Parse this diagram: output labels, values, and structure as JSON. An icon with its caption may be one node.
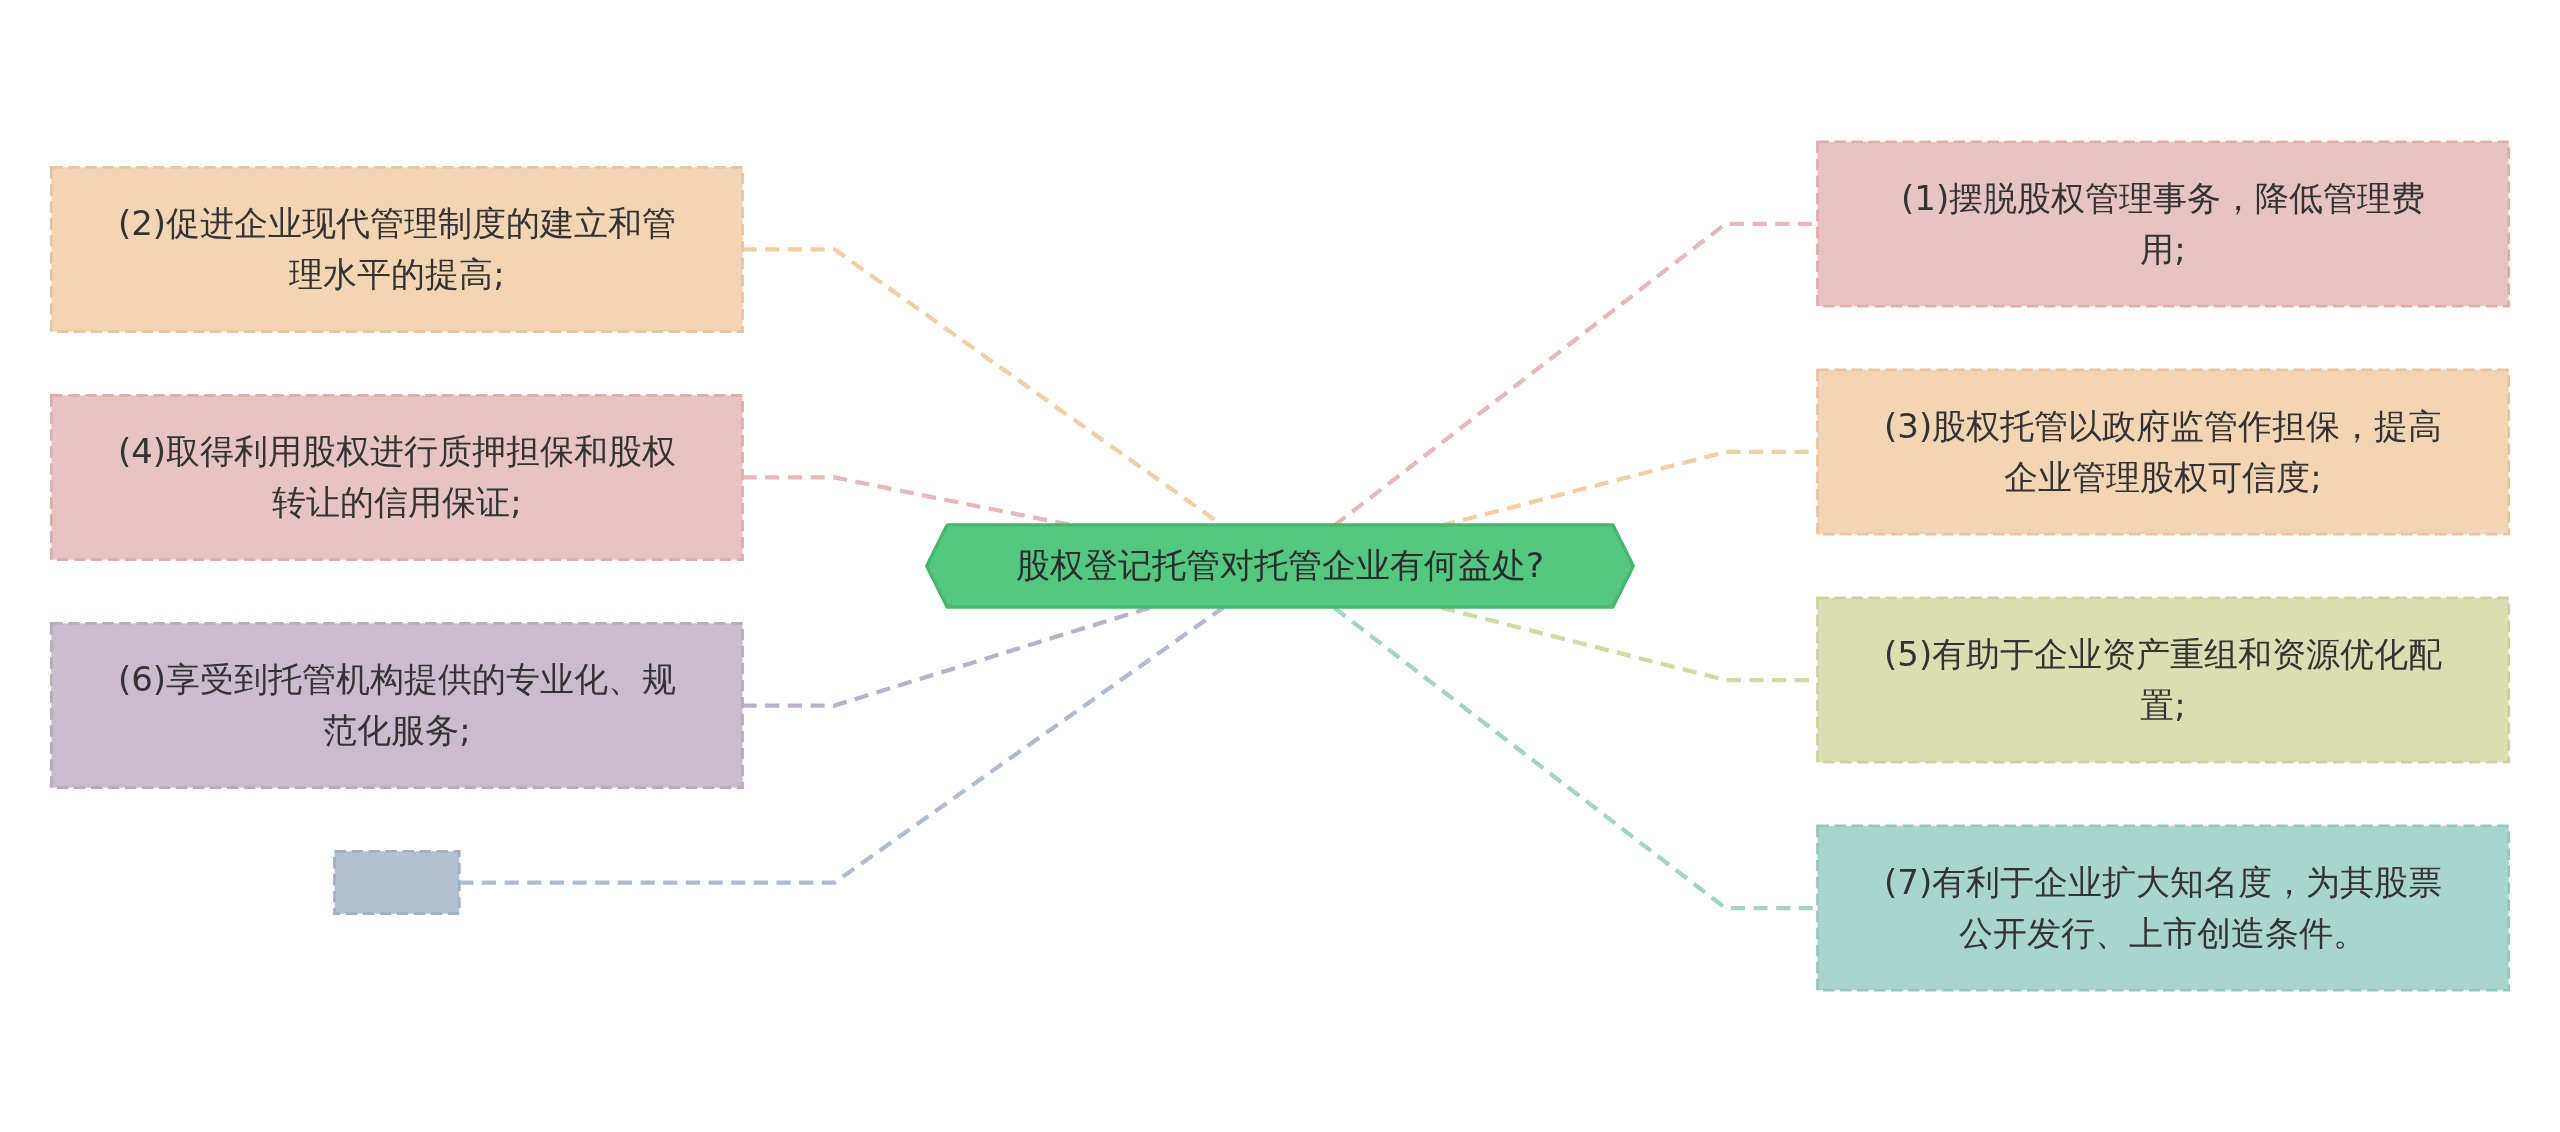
{
  "diagram": {
    "nodes": [
      {
        "text": [
          "股权登记托管对托管企业有何益处?"
        ]
      },
      {
        "text": [
          "(1)摆脱股权管理事务，降低管理费用;"
        ]
      },
      {
        "text": [
          "(2)促进企业现代管理制度的建立和管理水平的提高;"
        ]
      },
      {
        "text": [
          "(3)股权托管以政府监管作担保，提高企业管理股权可信度;"
        ]
      },
      {
        "text": [
          "(4)取得利用股权进行质押担保和股权转让的信用保证;"
        ]
      },
      {
        "text": [
          "(5)有助于企业资产重组和资源优化配置;"
        ]
      },
      {
        "text": [
          "(6)享受到托管机构提供的专业化、规范化服务;"
        ]
      },
      {
        "text": [
          "(7)有利于企业扩大知名度，为其股票公开发行、上市创造条件。"
        ]
      },
      {
        "text": [],
        "shape": "box"
      }
    ],
    "edges": [
      {
        "from": 0,
        "to": 1,
        "arrow": "none",
        "style": "dashed",
        "color": "#e6b8b8"
      },
      {
        "from": 2,
        "to": 0,
        "arrow": "none",
        "style": "dashed",
        "color": "#efcfa6"
      },
      {
        "from": 0,
        "to": 3,
        "arrow": "none",
        "style": "dashed",
        "color": "#efcfa6"
      },
      {
        "from": 4,
        "to": 0,
        "arrow": "none",
        "style": "dashed",
        "color": "#e6b8b8"
      },
      {
        "from": 0,
        "to": 5,
        "arrow": "none",
        "style": "dashed",
        "color": "#d3d9a4"
      },
      {
        "from": 6,
        "to": 0,
        "arrow": "none",
        "style": "dashed",
        "color": "#bcb0c9"
      },
      {
        "from": 0,
        "to": 7,
        "arrow": "none",
        "style": "dashed",
        "color": "#a3d2c6"
      },
      {
        "from": 8,
        "to": 0,
        "arrow": "none",
        "style": "dashed",
        "color": "#aebccd"
      }
    ]
  }
}
